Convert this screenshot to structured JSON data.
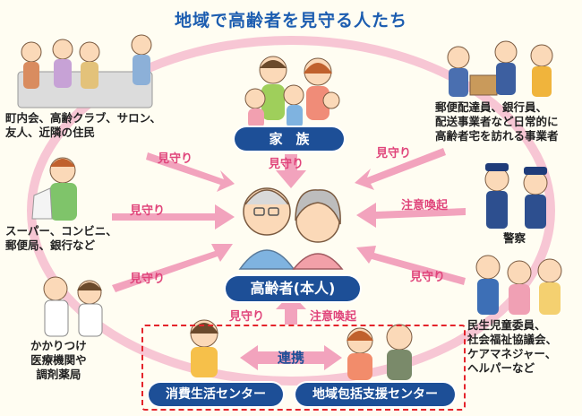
{
  "title": "地域で高齢者を見守る人たち",
  "center_label": "高齢者(本人)",
  "family_label": "家　族",
  "consumer_center": "消費生活センター",
  "community_center": "地域包括支援センター",
  "link_label": "連携",
  "groups": {
    "neighborhood": "町内会、高齢クラブ、サロン、\n友人、近隣の住民",
    "stores": "スーパー、コンビニ、\n郵便局、銀行など",
    "medical": "かかりつけ\n医療機関や\n調剤薬局",
    "delivery": "郵便配達員、銀行員、\n配送事業者など日常的に\n高齢者宅を訪れる事業者",
    "police": "警察",
    "welfare": "民生児童委員、\n社会福祉協議会、\nケアマネジャー、\nヘルパーなど"
  },
  "arrows": {
    "watch": "見守り",
    "caution": "注意喚起"
  },
  "colors": {
    "navy": "#1d4f97",
    "pink_arrow": "#f2a3bd",
    "pink_text": "#e0457b",
    "title_blue": "#1c5db0",
    "dash_red": "#e4242b"
  }
}
